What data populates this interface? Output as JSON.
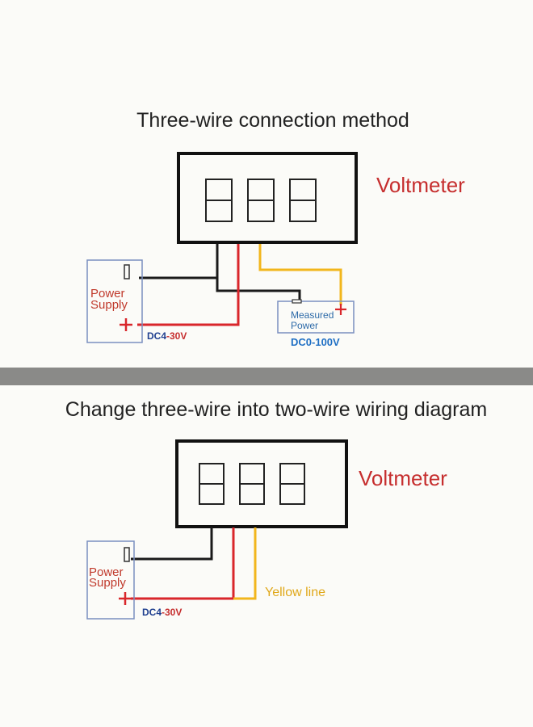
{
  "top": {
    "title": "Three-wire connection method",
    "voltmeter_label": "Voltmeter",
    "power_supply_line1": "Power",
    "power_supply_line2": "Supply",
    "supply_voltage_prefix": "DC4",
    "supply_voltage_suffix": "-30V",
    "measured_line1": "Measured",
    "measured_line2": "Power",
    "measured_voltage": "DC0-100V",
    "plus_sign": "+",
    "minus_sign": "−"
  },
  "bottom": {
    "title": "Change three-wire into two-wire wiring diagram",
    "voltmeter_label": "Voltmeter",
    "power_supply_line1": "Power",
    "power_supply_line2": "Supply",
    "supply_voltage_prefix": "DC4",
    "supply_voltage_suffix": "-30V",
    "yellow_line_label": "Yellow line",
    "plus_sign": "+"
  },
  "colors": {
    "background": "#fbfbf8",
    "divider": "#8a8a88",
    "wire_black": "#1a1a1a",
    "wire_red": "#d9262b",
    "wire_yellow": "#f2b61c",
    "box_border": "#7a8fbf",
    "voltmeter_text": "#c62e2e"
  }
}
